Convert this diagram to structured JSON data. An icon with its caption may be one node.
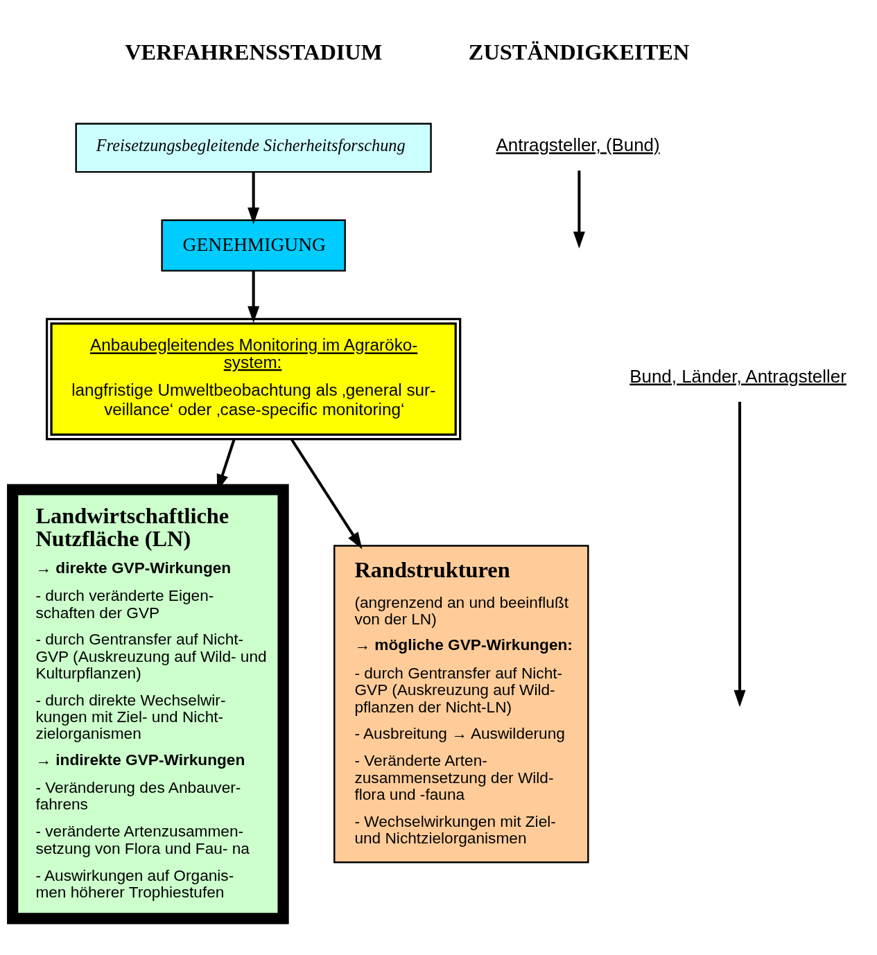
{
  "diagram": {
    "nodes": [
      {
        "text": [
          "Freisetzungsbegleitende Sicherheitsforschung"
        ]
      },
      {
        "text": [
          "GENEHMIGUNG"
        ]
      },
      {
        "text": [
          "Anbaubegleitendes Monitoring im Agraröko- system:",
          "langfristige Umweltbeobachtung als ‚general sur- veillance‘ oder ‚case-specific monitoring‘"
        ]
      },
      {
        "text": [
          "Landwirtschaftliche Nutzfläche (LN)",
          "→ direkte GVP-Wirkungen",
          "- durch veränderte Eigen- schaften der GVP",
          "- durch Gentransfer auf Nicht- GVP (Auskreuzung auf Wild- und Kulturpflanzen)",
          "- durch direkte Wechselwir- kungen mit Ziel- und Nicht- zielorganismen",
          "→ indirekte GVP-Wirkungen",
          "- Veränderung des Anbauver- fahrens",
          "- veränderte Artenzusammen- setzung von Flora und Fau- na",
          "- Auswirkungen auf Organis- men höherer Trophiestufen"
        ]
      },
      {
        "text": [
          "Randstrukturen",
          "(angrenzend an und beeinflußt von der LN)",
          "→ mögliche GVP-Wirkungen:",
          "- durch Gentransfer auf Nicht- GVP (Auskreuzung auf Wild- pflanzen der Nicht-LN)",
          "- Ausbreitung → Auswilderung",
          "- Veränderte Arten- zusammensetzung der Wild- flora und -fauna",
          "- Wechselwirkungen mit Ziel- und Nichtzielorganismen"
        ]
      },
      {
        "text": [
          "Antragsteller, (Bund)"
        ]
      },
      {
        "text": [
          "Bund, Länder, Antragsteller"
        ]
      }
    ],
    "edges": [
      {
        "from": 0,
        "to": 1,
        "arrow": "to"
      },
      {
        "from": 1,
        "to": 2,
        "arrow": "to"
      },
      {
        "from": 2,
        "to": 3,
        "arrow": "to"
      },
      {
        "from": 2,
        "to": 4,
        "arrow": "to"
      },
      {
        "from": 5,
        "to": null,
        "arrow": "to"
      },
      {
        "from": 6,
        "to": null,
        "arrow": "to"
      }
    ],
    "labels": [
      "VERFAHRENSSTADIUM",
      "ZUSTÄNDIGKEITEN"
    ]
  }
}
